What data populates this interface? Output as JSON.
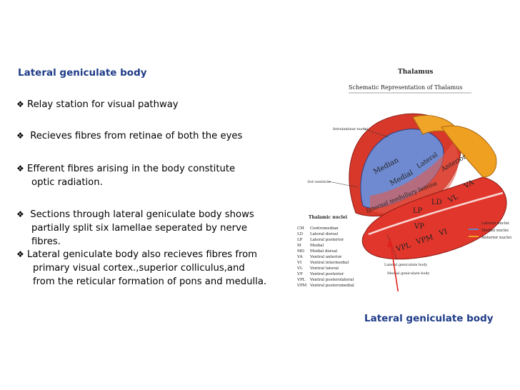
{
  "title": "Lateral geniculate body",
  "bullet_marker": "❖",
  "bullets": [
    {
      "lines": [
        "Relay station for visual pathway"
      ]
    },
    {
      "lines": [
        " Recieves fibres from retinae of both the eyes"
      ]
    },
    {
      "lines": [
        "Efferent fibres arising in the body constitute",
        "optic radiation."
      ]
    },
    {
      "lines": [
        " Sections through lateral geniculate body shows",
        " partially split six lamellae seperated by nerve",
        " fibres."
      ]
    },
    {
      "lines": [
        "Lateral geniculate body also recieves fibres from",
        "primary visual cortex.,superior colliculus,and",
        "from the reticular formation of pons and medulla."
      ]
    }
  ],
  "diagram": {
    "title": "Thalamus",
    "subtitle": "Schematic Representation of Thalamus",
    "region_labels": [
      "Median",
      "Medial",
      "Lateral",
      "Anterior",
      "Internal medullary lamina",
      "LP",
      "LD",
      "VA",
      "VL",
      "VP",
      "VPL",
      "VPM",
      "VI"
    ],
    "legend_heading": "Thalamic nuclei",
    "abbreviations": [
      {
        "abbr": "CM",
        "name": "Centromedian"
      },
      {
        "abbr": "LD",
        "name": "Lateral dorsal"
      },
      {
        "abbr": "LP",
        "name": "Lateral posterior"
      },
      {
        "abbr": "M",
        "name": "Medial"
      },
      {
        "abbr": "MD",
        "name": "Medial dorsal"
      },
      {
        "abbr": "VA",
        "name": "Ventral anterior"
      },
      {
        "abbr": "VI",
        "name": "Ventral intermedial"
      },
      {
        "abbr": "VL",
        "name": "Ventral lateral"
      },
      {
        "abbr": "VP",
        "name": "Ventral posterior"
      },
      {
        "abbr": "VPL",
        "name": "Ventral posterolateral"
      },
      {
        "abbr": "VPM",
        "name": "Ventral posteromedial"
      }
    ],
    "color_key": [
      {
        "label": "Lateral nuclei",
        "color": "#e0362c"
      },
      {
        "label": "Medial nuclei",
        "color": "#6a82c4"
      },
      {
        "label": "Anterior nuclei",
        "color": "#f0a020"
      }
    ],
    "side_labels": [
      "Intralaminar nuclei",
      "3rd ventricle",
      "Lateral geniculate body",
      "Medial geniculate body"
    ],
    "pointer_color": "#e0221c"
  },
  "callout": "Lateral geniculate body",
  "colors": {
    "heading": "#1f3c88",
    "text": "#000000",
    "arrow": "#e0221c"
  }
}
